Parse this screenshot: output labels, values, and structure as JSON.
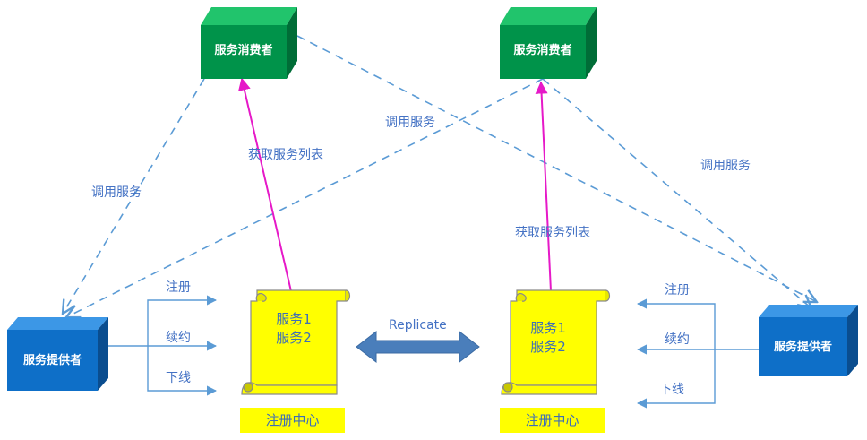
{
  "colors": {
    "consumer_front": "#00934a",
    "consumer_top": "#21c46c",
    "consumer_side": "#006d37",
    "provider_front": "#0e6fc8",
    "provider_top": "#3c97e6",
    "provider_side": "#0a4d8f",
    "scroll_fill": "#ffff00",
    "scroll_stroke": "#8a8a8a",
    "dashed_line": "#5b9bd5",
    "solid_line": "#5b9bd5",
    "fetch_arrow": "#e619c8",
    "replicate_arrow": "#4a7ebb",
    "label_text": "#4472C4"
  },
  "consumers": [
    {
      "label": "服务消费者"
    },
    {
      "label": "服务消费者"
    }
  ],
  "providers": [
    {
      "label": "服务提供者"
    },
    {
      "label": "服务提供者"
    }
  ],
  "registries": [
    {
      "services": [
        "服务1",
        "服务2"
      ],
      "label": "注册中心"
    },
    {
      "services": [
        "服务1",
        "服务2"
      ],
      "label": "注册中心"
    }
  ],
  "labels": {
    "invoke_left": "调用服务",
    "invoke_middle": "调用服务",
    "invoke_right": "调用服务",
    "fetch_left": "获取服务列表",
    "fetch_right": "获取服务列表",
    "replicate": "Replicate",
    "register_left": "注册",
    "renew_left": "续约",
    "offline_left": "下线",
    "register_right": "注册",
    "renew_right": "续约",
    "offline_right": "下线"
  }
}
